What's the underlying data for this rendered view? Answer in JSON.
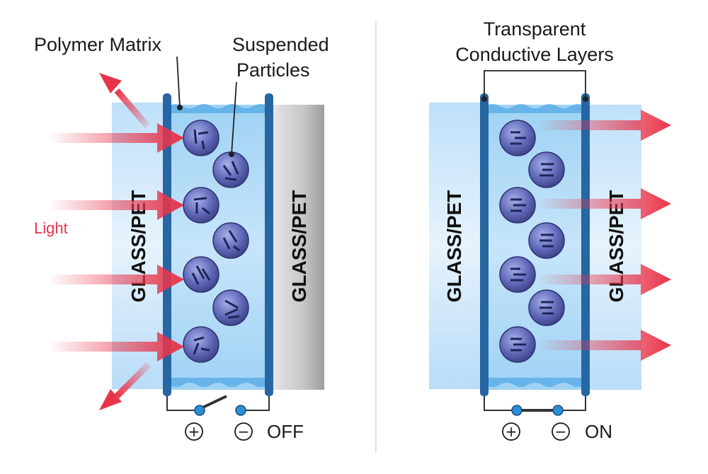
{
  "labels": {
    "polymer_matrix": "Polymer Matrix",
    "suspended_particles_line1": "Suspended",
    "suspended_particles_line2": "Particles",
    "transparent_line1": "Transparent",
    "conductive_line2": "Conductive Layers",
    "light": "Light",
    "glass": "GLASS/PET",
    "plus": "+",
    "minus": "−",
    "off": "OFF",
    "on": "ON"
  },
  "colors": {
    "arrow": "#e8344a",
    "electrode": "#2666a3",
    "glass_light": "#cfe6fb",
    "panel_fill": "#a9d6f5",
    "particle": "#4f58a8",
    "terminal": "#2a8fd6",
    "grey_pane": "#b5b5b5"
  },
  "left_state": "off",
  "right_state": "on"
}
